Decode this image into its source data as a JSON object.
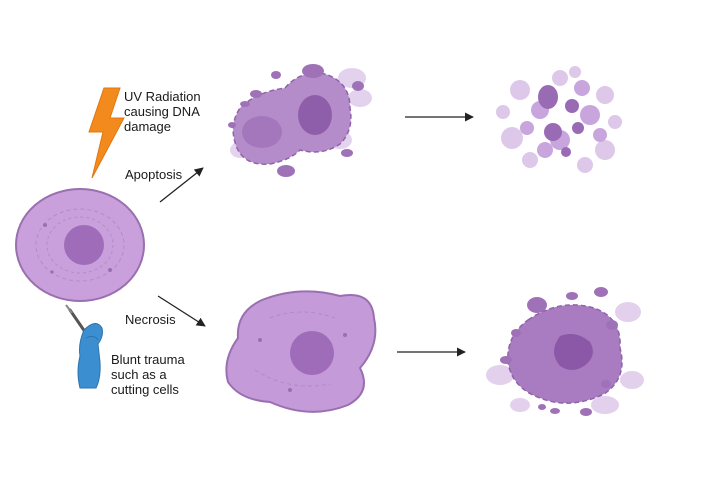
{
  "labels": {
    "uv": "UV Radiation\ncausing DNA\ndamage",
    "apoptosis": "Apoptosis",
    "necrosis": "Necrosis",
    "trauma": "Blunt trauma\nsuch as a\ncutting cells"
  },
  "colors": {
    "cell_fill": "#c9a0dc",
    "cell_edge": "#9a6fb0",
    "cell_dark": "#a77bc0",
    "nucleus": "#9e6cb8",
    "bleb": "#b08ac8",
    "debris_light": "#ddc8ea",
    "lightning": "#f28a1e",
    "glove": "#3b8fd1",
    "arrow": "#222222"
  },
  "icons": [
    "lightning-bolt-icon",
    "gloved-hand-scalpel-icon"
  ]
}
